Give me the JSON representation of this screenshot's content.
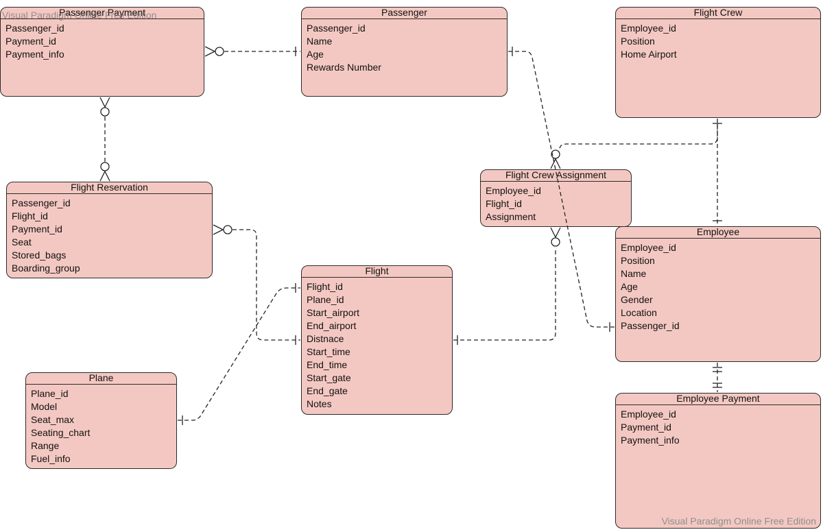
{
  "entities": {
    "passenger_payment": {
      "title": "Passenger Payment",
      "fields": [
        "Passenger_id",
        "Payment_id",
        "Payment_info"
      ]
    },
    "passenger": {
      "title": "Passenger",
      "fields": [
        "Passenger_id",
        "Name",
        "Age",
        "Rewards Number"
      ]
    },
    "flight_crew": {
      "title": "Flight Crew",
      "fields": [
        "Employee_id",
        "Position",
        "Home Airport"
      ]
    },
    "flight_reservation": {
      "title": "Flight Reservation",
      "fields": [
        "Passenger_id",
        "Flight_id",
        "Payment_id",
        "Seat",
        "Stored_bags",
        "Boarding_group"
      ]
    },
    "flight_crew_assignment": {
      "title": "Flight Crew Assignment",
      "fields": [
        "Employee_id",
        "Flight_id",
        "Assignment"
      ]
    },
    "employee": {
      "title": "Employee",
      "fields": [
        "Employee_id",
        "Position",
        "Name",
        "Age",
        "Gender",
        "Location",
        "Passenger_id"
      ]
    },
    "flight": {
      "title": "Flight",
      "fields": [
        "Flight_id",
        "Plane_id",
        "Start_airport",
        "End_airport",
        "Distnace",
        "Start_time",
        "End_time",
        "Start_gate",
        "End_gate",
        "Notes"
      ]
    },
    "plane": {
      "title": "Plane",
      "fields": [
        "Plane_id",
        "Model",
        "Seat_max",
        "Seating_chart",
        "Range",
        "Fuel_info"
      ]
    },
    "employee_payment": {
      "title": "Employee Payment",
      "fields": [
        "Employee_id",
        "Payment_id",
        "Payment_info"
      ]
    }
  },
  "watermark": {
    "top": "Visual Paradigm Online Free Edition",
    "bottom": "Visual Paradigm Online Free Edition"
  },
  "colors": {
    "entity_fill": "#f4c8c2",
    "entity_border": "#2a2a2a",
    "connector": "#222222",
    "watermark": "#8e8e8e"
  }
}
